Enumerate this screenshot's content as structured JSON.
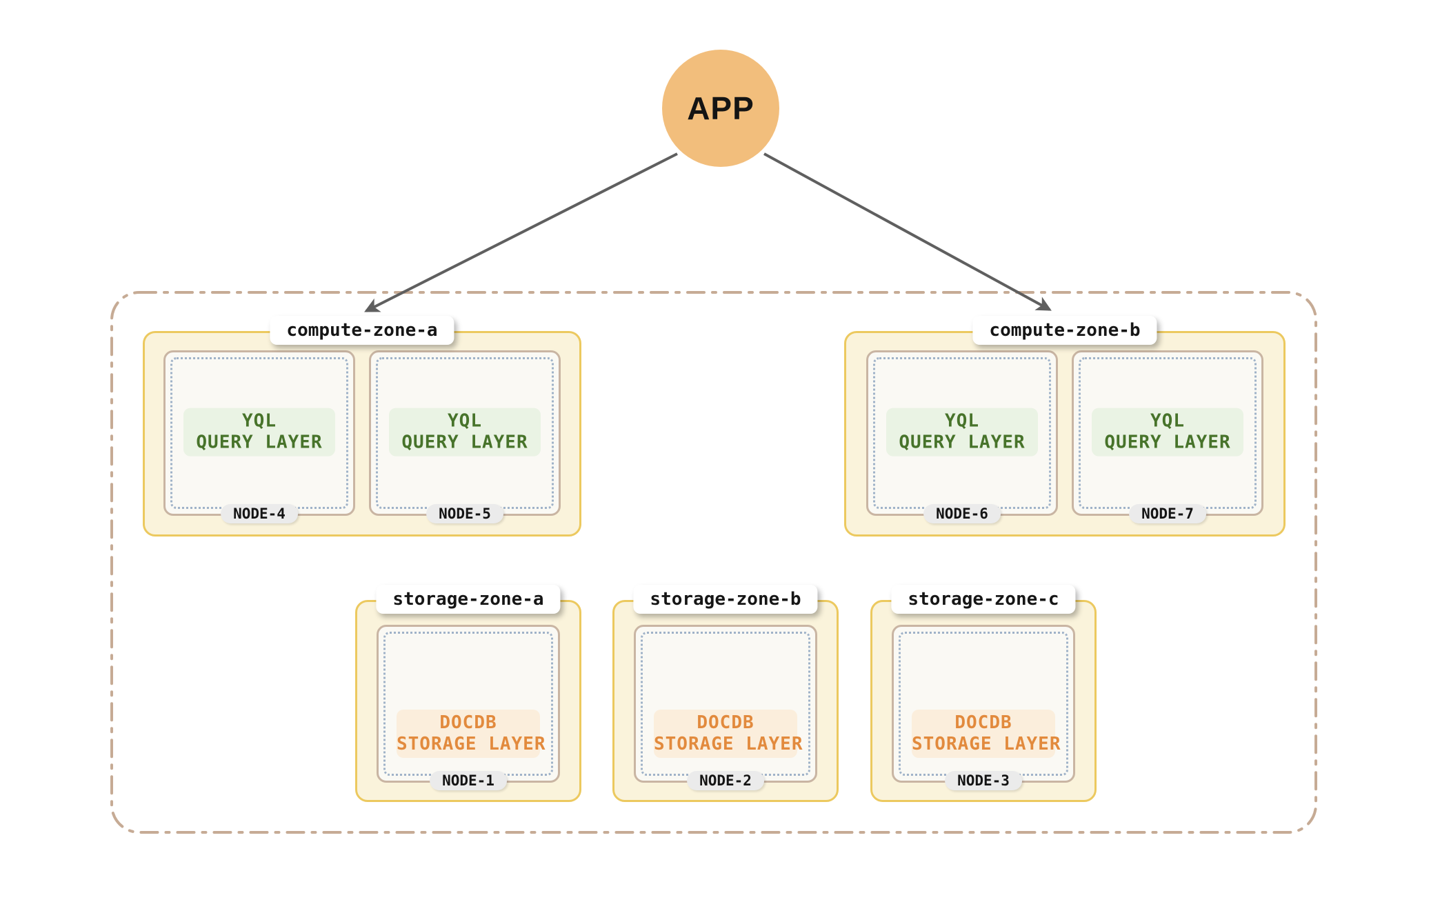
{
  "app": {
    "label": "APP"
  },
  "connections": [
    {
      "from": "APP",
      "to": "compute-zone-a"
    },
    {
      "from": "APP",
      "to": "compute-zone-b"
    }
  ],
  "zones": [
    {
      "label": "compute-zone-a",
      "kind": "compute",
      "nodes": [
        {
          "name": "NODE-4",
          "layer": [
            "YQL",
            "QUERY LAYER"
          ]
        },
        {
          "name": "NODE-5",
          "layer": [
            "YQL",
            "QUERY LAYER"
          ]
        }
      ]
    },
    {
      "label": "compute-zone-b",
      "kind": "compute",
      "nodes": [
        {
          "name": "NODE-6",
          "layer": [
            "YQL",
            "QUERY LAYER"
          ]
        },
        {
          "name": "NODE-7",
          "layer": [
            "YQL",
            "QUERY LAYER"
          ]
        }
      ]
    },
    {
      "label": "storage-zone-a",
      "kind": "storage",
      "nodes": [
        {
          "name": "NODE-1",
          "layer": [
            "DOCDB",
            "STORAGE LAYER"
          ]
        }
      ]
    },
    {
      "label": "storage-zone-b",
      "kind": "storage",
      "nodes": [
        {
          "name": "NODE-2",
          "layer": [
            "DOCDB",
            "STORAGE LAYER"
          ]
        }
      ]
    },
    {
      "label": "storage-zone-c",
      "kind": "storage",
      "nodes": [
        {
          "name": "NODE-3",
          "layer": [
            "DOCDB",
            "STORAGE LAYER"
          ]
        }
      ]
    }
  ],
  "colors": {
    "app_circle": "#F2BE7C",
    "arrow": "#5F5F5F",
    "boundary_dash": "#C6AB95",
    "zone_fill": "#FAF3DB",
    "zone_border": "#ECC95F",
    "node_fill": "#FAF9F4",
    "node_border": "#C9B5A3",
    "dotted_border": "#9FB2C8",
    "compute_strip_bg": "#EAF3E4",
    "compute_strip_text": "#47732A",
    "storage_strip_bg": "#FBEEDC",
    "storage_strip_text": "#E28A3D",
    "badge_bg": "#EBEBEB",
    "label_pill_bg": "#FFFFFF"
  }
}
